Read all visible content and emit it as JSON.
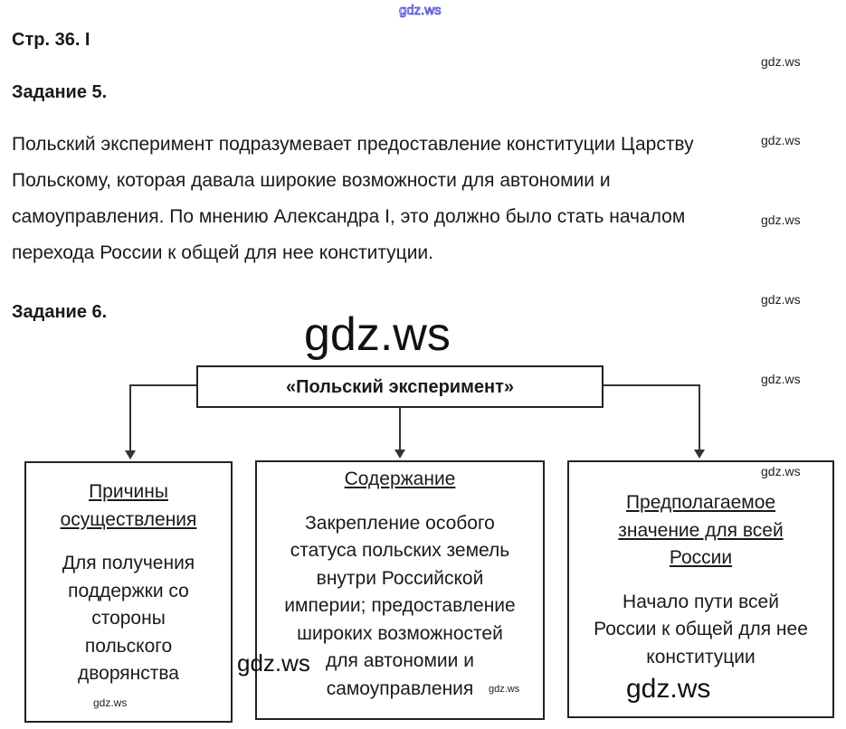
{
  "header": {
    "page_ref": "Стр. 36. I"
  },
  "task5": {
    "title": "Задание 5.",
    "lines": [
      "Польский эксперимент подразумевает предоставление конституции Царству",
      "Польскому, которая давала широкие возможности для автономии и",
      "самоуправления. По мнению Александра I, это должно было стать началом",
      "перехода России к общей для нее конституции."
    ]
  },
  "task6": {
    "title": "Задание 6.",
    "diagram": {
      "root": "«Польский эксперимент»",
      "boxes": [
        {
          "heading": [
            "Причины",
            "осуществления"
          ],
          "body": [
            "Для получения",
            "поддержки со",
            "стороны",
            "польского",
            "дворянства"
          ]
        },
        {
          "heading": [
            "Содержание"
          ],
          "body": [
            "Закрепление особого",
            "статуса польских земель",
            "внутри Российской",
            "империи; предоставление",
            "широких возможностей",
            "для автономии и",
            "самоуправления"
          ]
        },
        {
          "heading": [
            "Предполагаемое",
            "значение для всей",
            "России"
          ],
          "body": [
            "Начало пути всей",
            "России к общей для нее",
            "конституции"
          ]
        }
      ]
    }
  },
  "watermarks": {
    "text": "gdz.ws"
  }
}
